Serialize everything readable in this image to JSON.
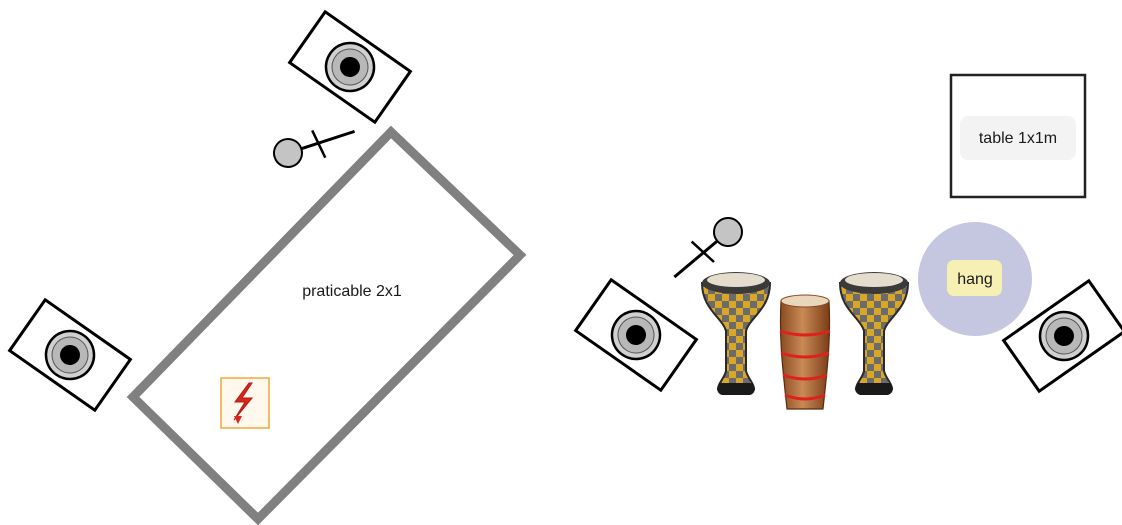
{
  "stage_plot": {
    "riser": {
      "label": "praticable 2x1"
    },
    "table": {
      "label": "table 1x1m"
    },
    "hang": {
      "label": "hang"
    },
    "elements": {
      "monitor_speaker_icon": "speaker-icon",
      "mic_stand_icon": "microphone-stand-icon",
      "power_outlet_icon": "power-outlet-icon",
      "darbuka_icon": "darbuka-icon",
      "conga_icon": "conga-icon"
    }
  },
  "colors": {
    "riser_outline": "#808080",
    "hang_circle": "#c5c6e0",
    "hang_label_bg": "#f6f0b4",
    "power_outlet": "#d9251d",
    "speaker_cone": "#c8c8c8"
  }
}
